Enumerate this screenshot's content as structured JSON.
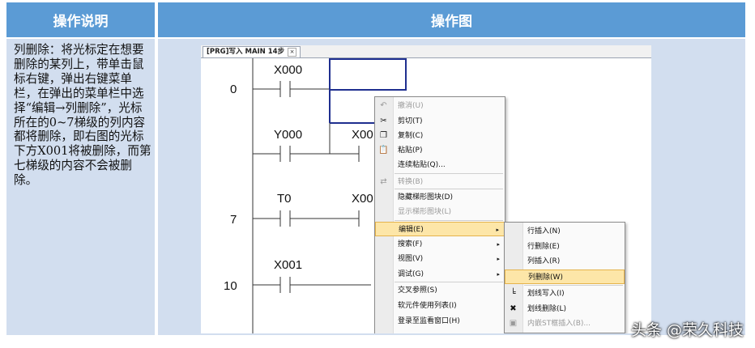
{
  "header": {
    "left": "操作说明",
    "right": "操作图"
  },
  "description": "列删除：将光标定在想要删除的某列上，带单击鼠标右键，弹出右键菜单栏，在弹出的菜单栏中选择“编辑→列删除”，光标所在的0~7梯级的列内容都将删除，即右图的光标下方X001将被删除，而第七梯级的内容不会被删除。",
  "editor": {
    "tab": "[PRG]写入 MAIN 14步",
    "tab_close": "×",
    "steps": [
      "0",
      "7",
      "10"
    ],
    "contacts": [
      "X000",
      "Y000",
      "X00",
      "T0",
      "X00",
      "X001"
    ]
  },
  "context_menu": {
    "items": [
      {
        "label": "撤消(U)",
        "disabled": true,
        "icon": "undo-icon"
      },
      {
        "label": "剪切(T)",
        "disabled": false,
        "icon": "scissors-icon"
      },
      {
        "label": "复制(C)",
        "disabled": false,
        "icon": "copy-icon"
      },
      {
        "label": "粘贴(P)",
        "disabled": false,
        "icon": "paste-icon"
      },
      {
        "label": "连续粘贴(Q)...",
        "disabled": false,
        "icon": ""
      },
      {
        "label": "转换(B)",
        "disabled": true,
        "icon": "convert-icon"
      },
      {
        "label": "隐藏梯形图块(D)",
        "disabled": false,
        "icon": ""
      },
      {
        "label": "显示梯形图块(L)",
        "disabled": true,
        "icon": ""
      },
      {
        "label": "编辑(E)",
        "disabled": false,
        "icon": "",
        "submenu": true,
        "highlighted": true
      },
      {
        "label": "搜索(F)",
        "disabled": false,
        "icon": "",
        "submenu": true
      },
      {
        "label": "视图(V)",
        "disabled": false,
        "icon": "",
        "submenu": true
      },
      {
        "label": "调试(G)",
        "disabled": false,
        "icon": "",
        "submenu": true
      },
      {
        "label": "交叉参照(S)",
        "disabled": false,
        "icon": ""
      },
      {
        "label": "软元件使用列表(I)",
        "disabled": false,
        "icon": ""
      },
      {
        "label": "登录至监看窗口(H)",
        "disabled": false,
        "icon": ""
      }
    ],
    "arrow": "▸"
  },
  "submenu": {
    "items": [
      {
        "label": "行插入(N)",
        "disabled": false,
        "icon": ""
      },
      {
        "label": "行删除(E)",
        "disabled": false,
        "icon": ""
      },
      {
        "label": "列插入(R)",
        "disabled": false,
        "icon": ""
      },
      {
        "label": "列删除(W)",
        "disabled": false,
        "icon": "",
        "highlighted": true
      },
      {
        "label": "划线写入(I)",
        "disabled": false,
        "icon": "line-write-icon"
      },
      {
        "label": "划线删除(L)",
        "disabled": false,
        "icon": "line-delete-icon"
      },
      {
        "label": "内嵌ST框插入(B)...",
        "disabled": true,
        "icon": "st-box-icon"
      }
    ]
  },
  "watermark": "头条 @荣久科技",
  "colors": {
    "header": "#5b9bd5",
    "cell": "#d2deef",
    "highlight": "#fde6a8",
    "cursor": "#1f2f8f"
  }
}
